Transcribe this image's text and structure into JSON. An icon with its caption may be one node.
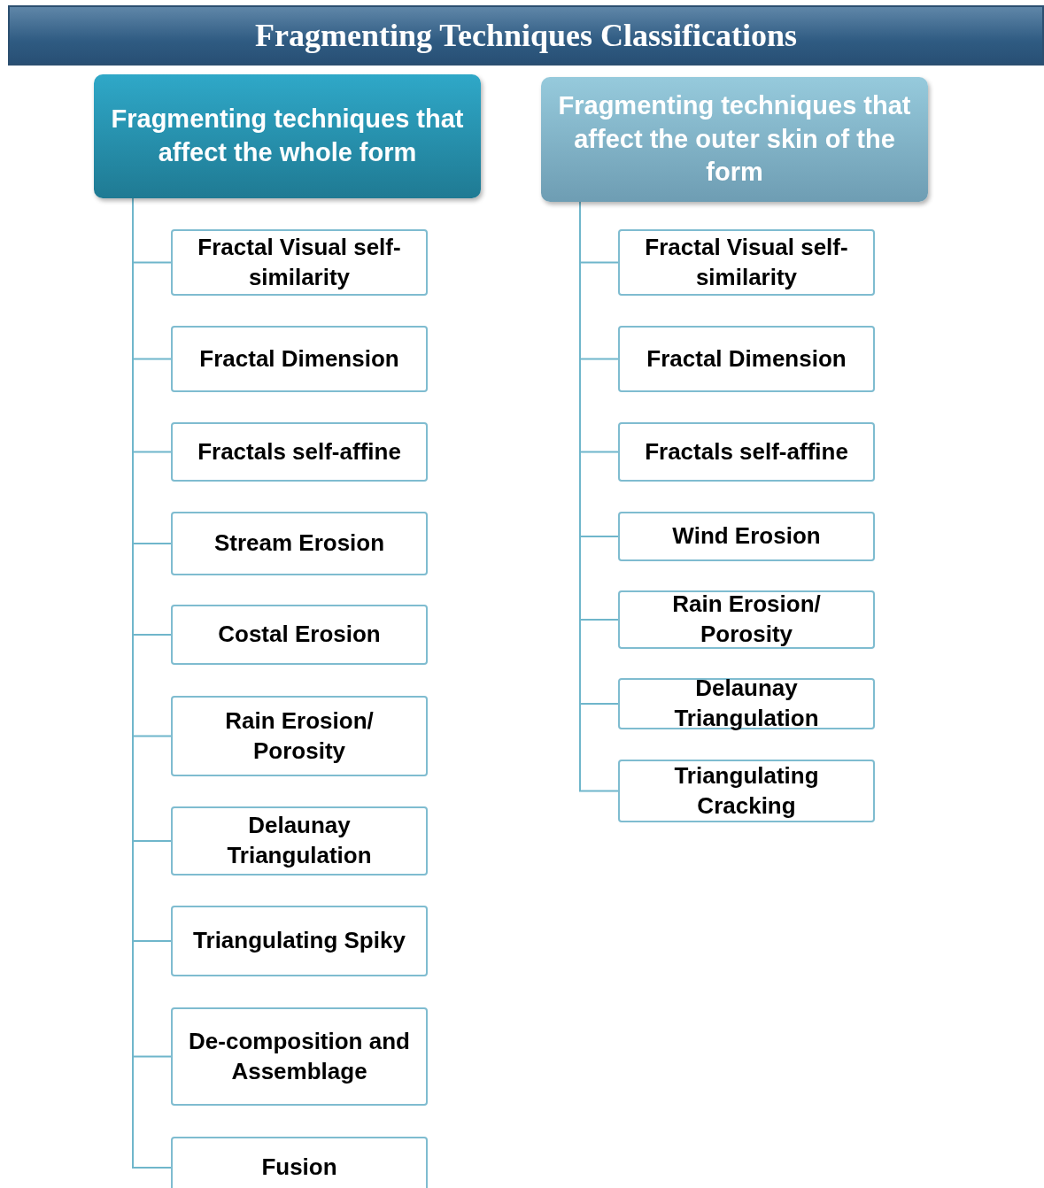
{
  "diagram": {
    "title": "Fragmenting Techniques Classifications",
    "nodes": [
      {
        "text": [
          "Fragmenting techniques that affect the whole form"
        ]
      },
      {
        "text": [
          "Fractal Visual self-similarity"
        ]
      },
      {
        "text": [
          "Fractal Dimension"
        ]
      },
      {
        "text": [
          "Fractals self-affine"
        ]
      },
      {
        "text": [
          "Stream Erosion"
        ]
      },
      {
        "text": [
          "Costal Erosion"
        ]
      },
      {
        "text": [
          "Rain Erosion/ Porosity"
        ]
      },
      {
        "text": [
          "Delaunay Triangulation"
        ]
      },
      {
        "text": [
          "Triangulating Spiky"
        ]
      },
      {
        "text": [
          "De-composition and Assemblage"
        ]
      },
      {
        "text": [
          "Fusion"
        ]
      },
      {
        "text": [
          "Fragmenting techniques that affect the outer skin of the form"
        ]
      },
      {
        "text": [
          "Fractal Visual self-similarity"
        ]
      },
      {
        "text": [
          "Fractal Dimension"
        ]
      },
      {
        "text": [
          "Fractals self-affine"
        ]
      },
      {
        "text": [
          "Wind Erosion"
        ]
      },
      {
        "text": [
          "Rain Erosion/ Porosity"
        ]
      },
      {
        "text": [
          "Delaunay Triangulation"
        ]
      },
      {
        "text": [
          "Triangulating Cracking"
        ]
      }
    ],
    "edges": [
      {
        "from": 0,
        "to": 1,
        "arrow": "none"
      },
      {
        "from": 0,
        "to": 2,
        "arrow": "none"
      },
      {
        "from": 0,
        "to": 3,
        "arrow": "none"
      },
      {
        "from": 0,
        "to": 4,
        "arrow": "none"
      },
      {
        "from": 0,
        "to": 5,
        "arrow": "none"
      },
      {
        "from": 0,
        "to": 6,
        "arrow": "none"
      },
      {
        "from": 0,
        "to": 7,
        "arrow": "none"
      },
      {
        "from": 0,
        "to": 8,
        "arrow": "none"
      },
      {
        "from": 0,
        "to": 9,
        "arrow": "none"
      },
      {
        "from": 0,
        "to": 10,
        "arrow": "none"
      },
      {
        "from": 11,
        "to": 12,
        "arrow": "none"
      },
      {
        "from": 11,
        "to": 13,
        "arrow": "none"
      },
      {
        "from": 11,
        "to": 14,
        "arrow": "none"
      },
      {
        "from": 11,
        "to": 15,
        "arrow": "none"
      },
      {
        "from": 11,
        "to": 16,
        "arrow": "none"
      },
      {
        "from": 11,
        "to": 17,
        "arrow": "none"
      },
      {
        "from": 11,
        "to": 18,
        "arrow": "none"
      }
    ]
  }
}
